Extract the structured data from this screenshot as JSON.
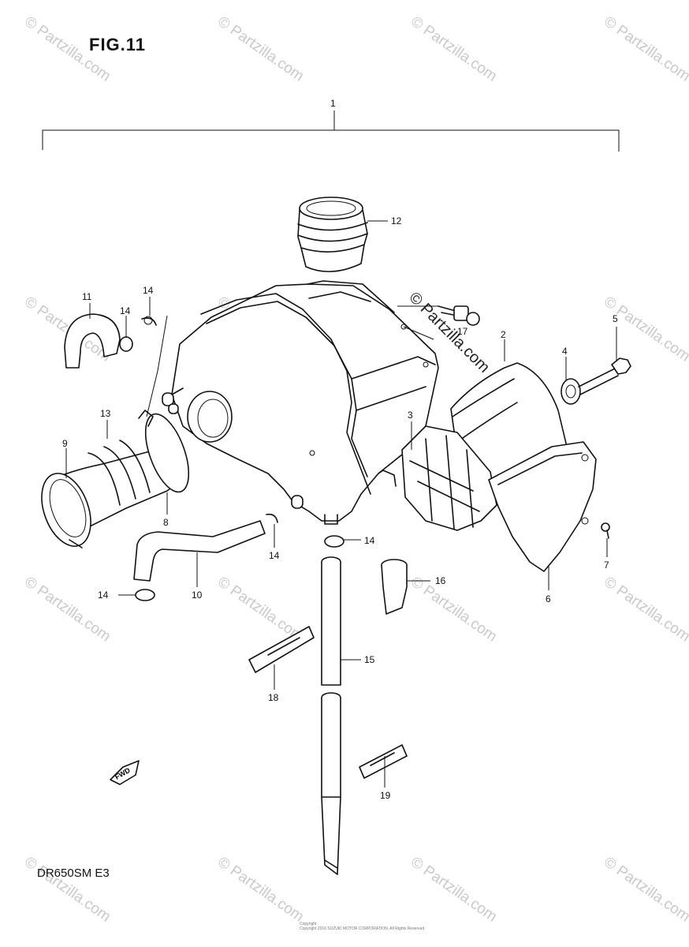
{
  "figure_title": "FIG.11",
  "model_code": "DR650SM  E3",
  "footer_text": [
    "Copyright",
    "Copyright 2016 SUZUKI MOTOR CORPORATION, All Rights Reserved"
  ],
  "watermark_text": "© Partzilla.com",
  "callouts": [
    "1",
    "2",
    "3",
    "4",
    "5",
    "6",
    "7",
    "8",
    "9",
    "10",
    "11",
    "12",
    "13",
    "14",
    "15",
    "16",
    "17",
    "18",
    "19"
  ]
}
